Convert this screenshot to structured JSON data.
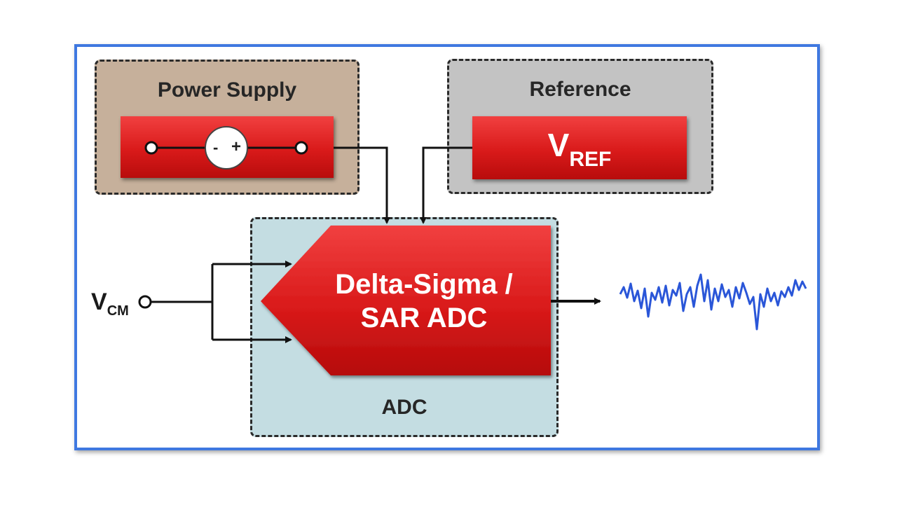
{
  "groups": {
    "power_supply": {
      "title": "Power Supply",
      "polarity_minus": "-",
      "polarity_plus": "+"
    },
    "reference": {
      "title": "Reference",
      "vref_main": "V",
      "vref_sub": "REF"
    },
    "adc": {
      "title": "ADC",
      "block_line1": "Delta-Sigma /",
      "block_line2": "SAR ADC"
    }
  },
  "input": {
    "label_main": "V",
    "label_sub": "CM"
  },
  "colors": {
    "frame": "#3f78e0",
    "power_supply_bg": "#c6b09b",
    "reference_bg": "#c3c3c3",
    "adc_bg": "#c4dde2",
    "block_red": "#d91a1a",
    "noise_signal": "#2a56d8"
  }
}
